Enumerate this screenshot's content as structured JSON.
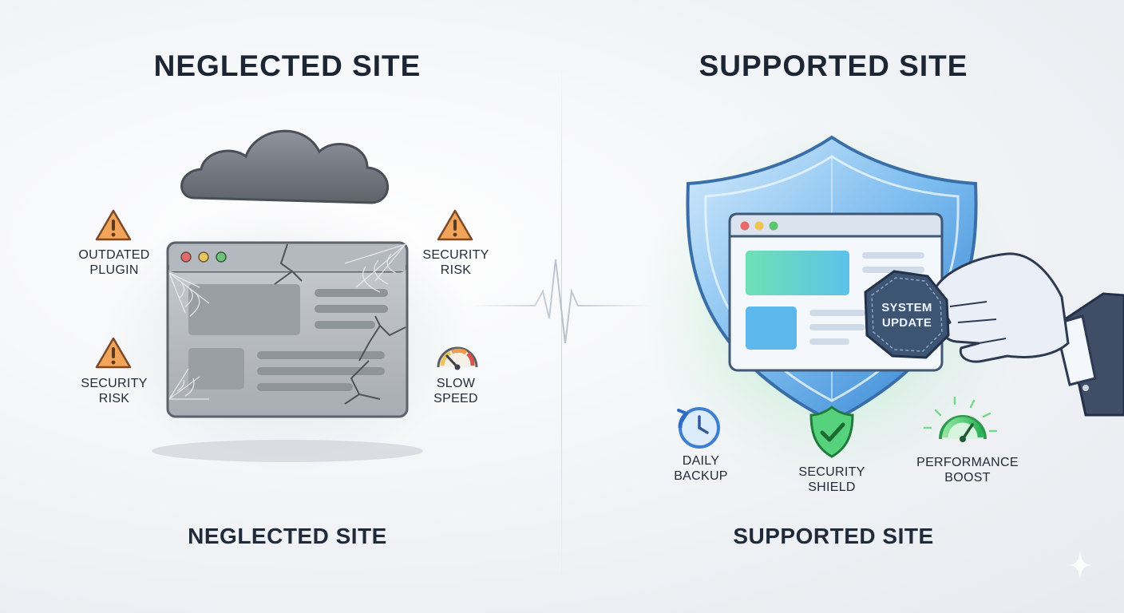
{
  "left": {
    "heading": "NEGLECTED SITE",
    "footer": "NEGLECTED SITE",
    "labels": {
      "outdated_plugin": "OUTDATED\nPLUGIN",
      "security_risk_top": "SECURITY\nRISK",
      "security_risk_bottom": "SECURITY\nRISK",
      "slow_speed": "SLOW\nSPEED"
    }
  },
  "right": {
    "heading": "SUPPORTED SITE",
    "footer": "SUPPORTED SITE",
    "badge_text": "SYSTEM\nUPDATE",
    "labels": {
      "daily_backup": "DAILY\nBACKUP",
      "security_shield": "SECURITY\nSHIELD",
      "performance_boost": "PERFORMANCE\nBOOST"
    }
  },
  "icons": [
    "cloud-icon",
    "warning-icon",
    "speedometer-icon",
    "heartbeat-icon",
    "shield-icon",
    "browser-window-icon",
    "hand-icon",
    "backup-clock-icon",
    "check-shield-icon",
    "gauge-icon",
    "sparkle-icon"
  ],
  "colors": {
    "heading": "#1c2533",
    "warning": "#f0a35b",
    "shield_blue": "#5aa8e8",
    "shield_green": "#3fcf6a",
    "backup_blue": "#4a8be0"
  }
}
